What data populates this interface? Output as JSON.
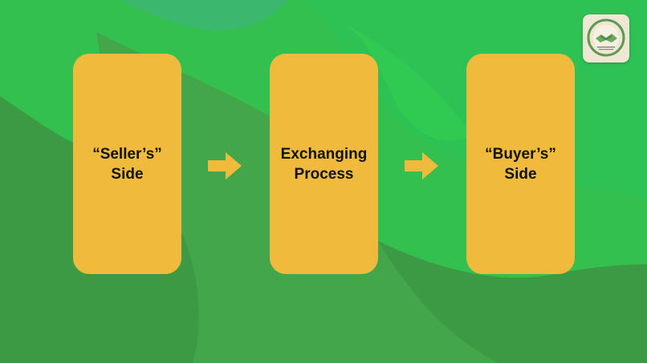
{
  "colors": {
    "bg_dark": "#3f9a45",
    "bg_mid": "#45a94a",
    "bg_bright": "#2fcf4f",
    "bg_teal": "#3bb86d",
    "card": "#f0bb3c",
    "arrow": "#f0bb3c",
    "text": "#111111",
    "logo_bg": "#efe6d3",
    "logo_ring": "#5a9a52"
  },
  "diagram": {
    "nodes": [
      {
        "id": "seller",
        "label": "“Seller’s”\nSide"
      },
      {
        "id": "exchange",
        "label": "Exchanging\nProcess"
      },
      {
        "id": "buyer",
        "label": "“Buyer’s”\nSide"
      }
    ],
    "edges": [
      {
        "from": "seller",
        "to": "exchange"
      },
      {
        "from": "exchange",
        "to": "buyer"
      }
    ]
  },
  "logo": {
    "icon": "handshake-logo-icon"
  }
}
